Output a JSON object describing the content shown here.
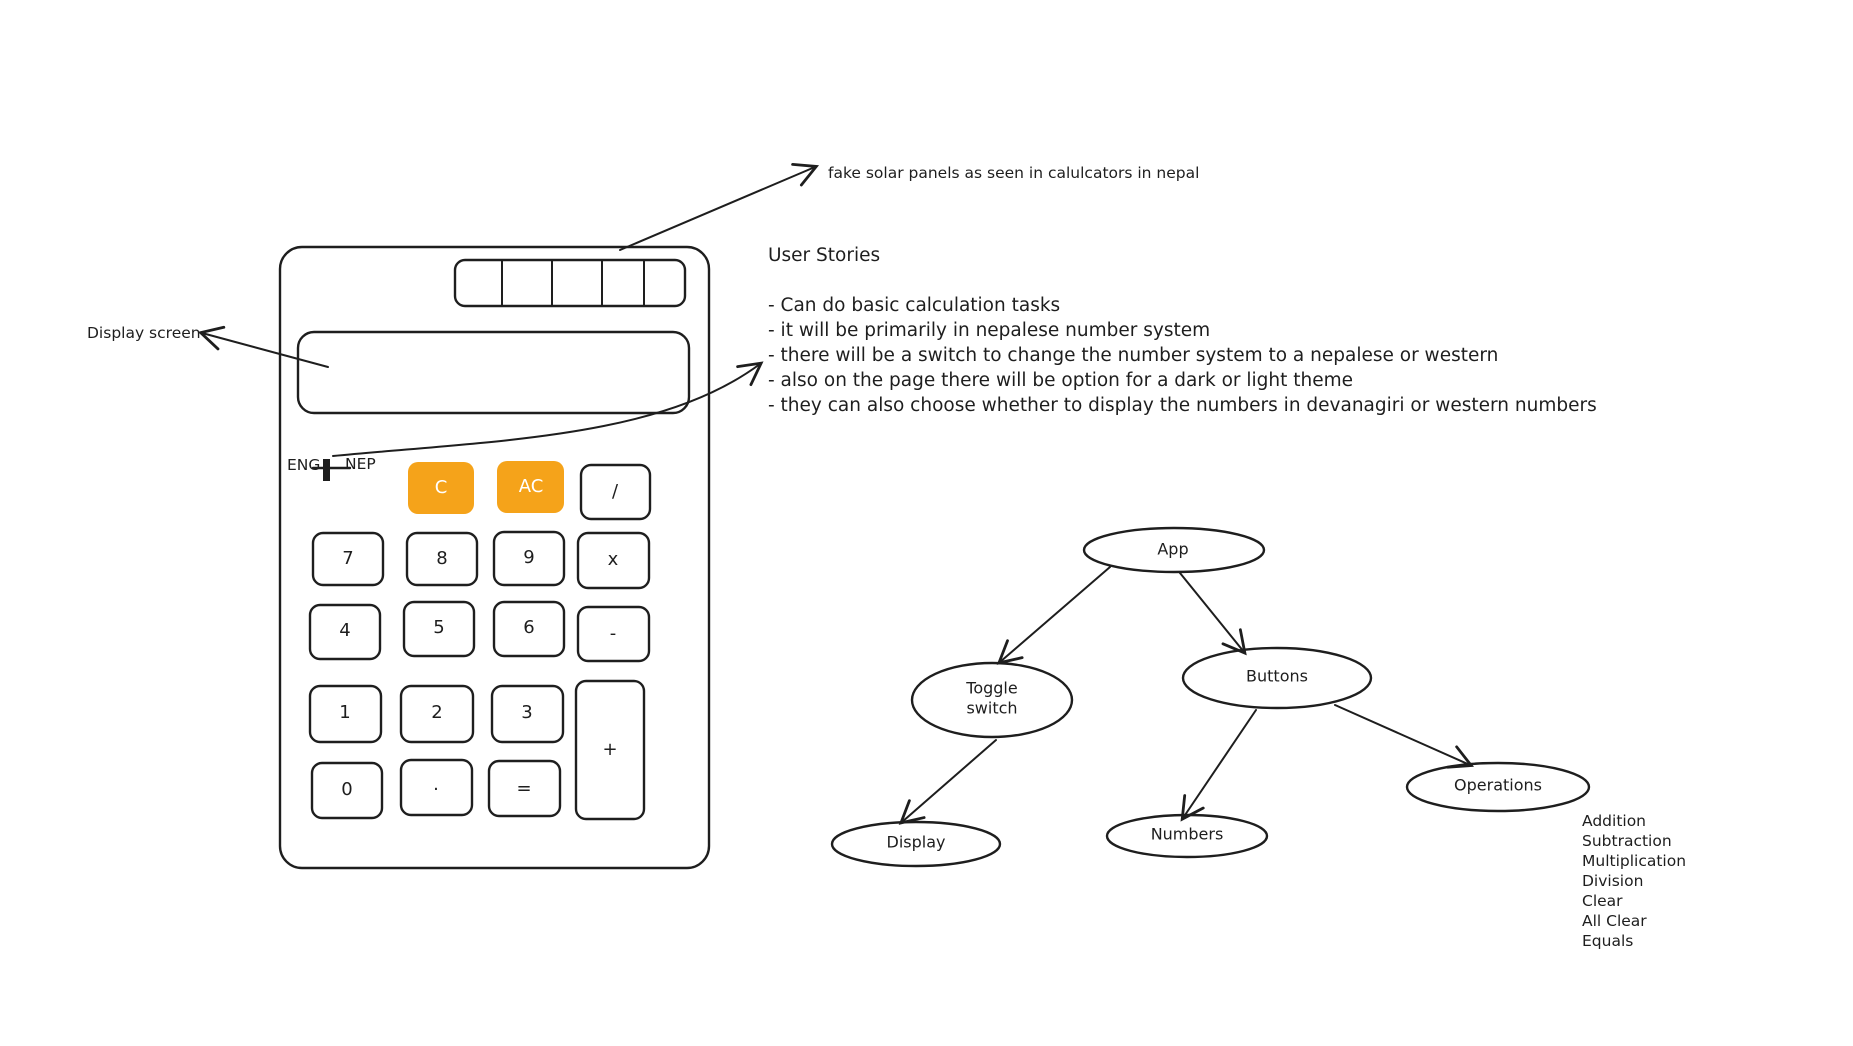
{
  "annotations": {
    "solar_note": "fake solar panels as seen in calulcators in nepal",
    "display_note": "Display screen"
  },
  "calculator": {
    "toggle_left": "ENG",
    "toggle_right": "NEP",
    "keys": {
      "c": "C",
      "ac": "AC",
      "div": "/",
      "k7": "7",
      "k8": "8",
      "k9": "9",
      "mul": "x",
      "k4": "4",
      "k5": "5",
      "k6": "6",
      "minus": "-",
      "k1": "1",
      "k2": "2",
      "k3": "3",
      "plus": "+",
      "k0": "0",
      "dot": ".",
      "eq": "="
    },
    "accent_color": "#f5a31a"
  },
  "user_stories": {
    "title": "User Stories",
    "items": [
      "- Can do basic calculation tasks",
      "- it will be primarily in nepalese number system",
      "- there will be a switch to change the number system to a nepalese or western",
      "- also on the page there will be option for a dark or light theme",
      "- they can also choose whether to display the numbers in devanagiri or western numbers"
    ]
  },
  "tree": {
    "app": "App",
    "toggle_line1": "Toggle",
    "toggle_line2": "switch",
    "buttons": "Buttons",
    "display": "Display",
    "numbers": "Numbers",
    "operations": "Operations",
    "operation_list": [
      "Addition",
      "Subtraction",
      "Multiplication",
      "Division",
      "Clear",
      "All Clear",
      "Equals"
    ]
  }
}
